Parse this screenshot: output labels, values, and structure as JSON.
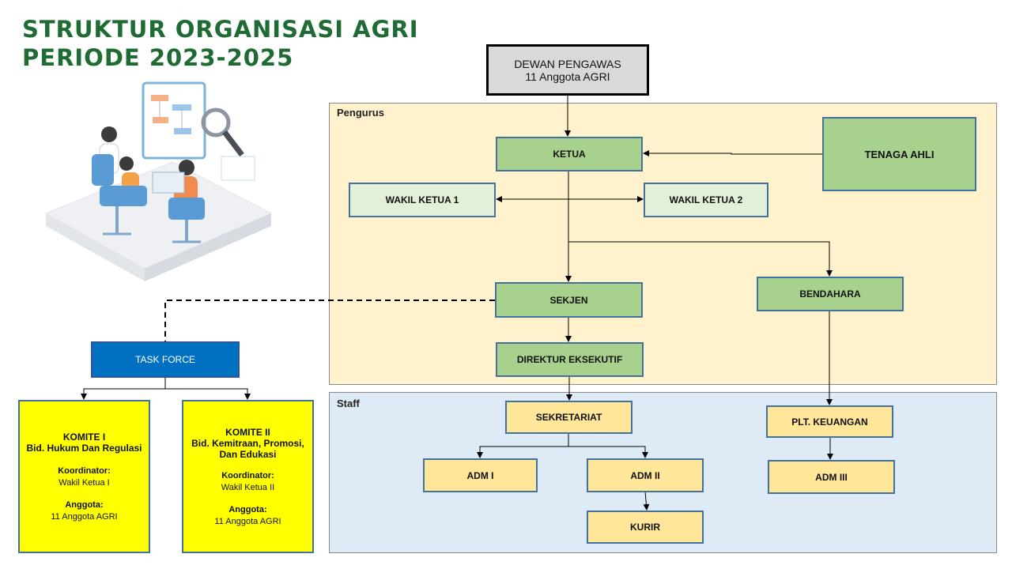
{
  "title": {
    "line1": "STRUKTUR ORGANISASI AGRI",
    "line2": "PERIODE 2023-2025"
  },
  "illustration": {
    "icon": "team-meeting-illustration-icon"
  },
  "panels": {
    "pengurus": "Pengurus",
    "staff": "Staff"
  },
  "boxes": {
    "dewan_line1": "DEWAN PENGAWAS",
    "dewan_line2": "11 Anggota AGRI",
    "ketua": "KETUA",
    "tenaga_ahli": "TENAGA AHLI",
    "wakil1": "WAKIL KETUA 1",
    "wakil2": "WAKIL KETUA 2",
    "sekjen": "SEKJEN",
    "bendahara": "BENDAHARA",
    "direktur": "DIREKTUR EKSEKUTIF",
    "task_force": "TASK FORCE",
    "sekretariat": "SEKRETARIAT",
    "plt_keuangan": "PLT. KEUANGAN",
    "adm1": "ADM I",
    "adm2": "ADM II",
    "adm3": "ADM III",
    "kurir": "KURIR"
  },
  "komite1": {
    "title1": "KOMITE I",
    "title2": "Bid. Hukum Dan Regulasi",
    "koordinator_label": "Koordinator:",
    "koordinator_value": "Wakil Ketua I",
    "anggota_label": "Anggota:",
    "anggota_value": "11 Anggota AGRI"
  },
  "komite2": {
    "title1": "KOMITE II",
    "title2": "Bid. Kemitraan, Promosi,",
    "title3": "Dan Edukasi",
    "koordinator_label": "Koordinator:",
    "koordinator_value": "Wakil Ketua II",
    "anggota_label": "Anggota:",
    "anggota_value": "11 Anggota AGRI"
  }
}
